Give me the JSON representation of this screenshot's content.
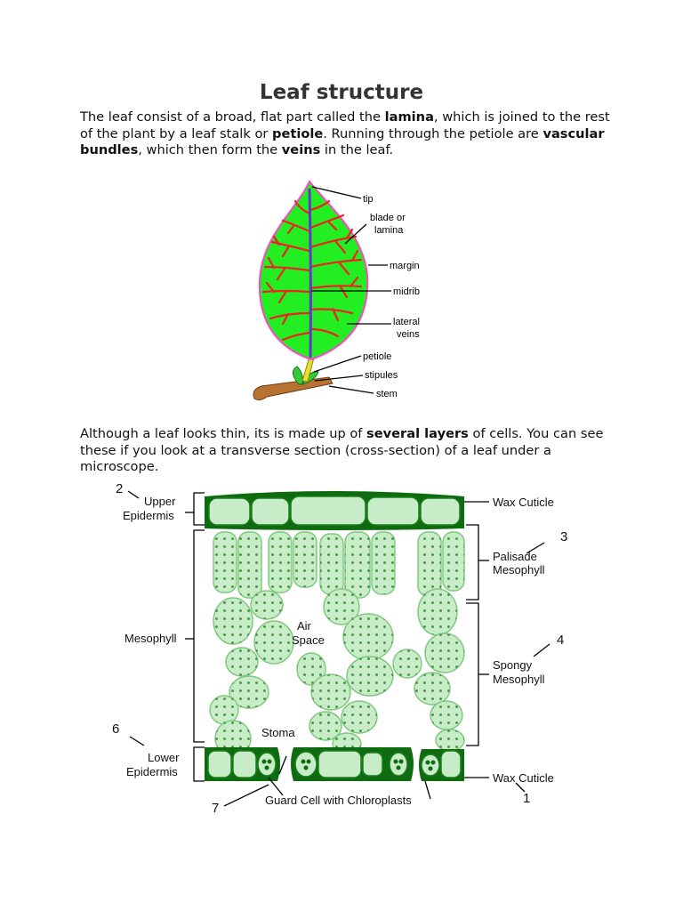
{
  "title": "Leaf structure",
  "para1": [
    {
      "t": "The leaf consist of a broad, flat part called the ",
      "b": false
    },
    {
      "t": "lamina",
      "b": true
    },
    {
      "t": ", which is joined to the rest of the plant by a leaf stalk or ",
      "b": false
    },
    {
      "t": "petiole",
      "b": true
    },
    {
      "t": ". Running through the petiole are ",
      "b": false
    },
    {
      "t": "vascular bundles",
      "b": true
    },
    {
      "t": ", which then form the ",
      "b": false
    },
    {
      "t": "veins",
      "b": true
    },
    {
      "t": " in the leaf.",
      "b": false
    }
  ],
  "para2": [
    {
      "t": "Although a leaf looks thin, its is made up of ",
      "b": false
    },
    {
      "t": "several layers",
      "b": true
    },
    {
      "t": " of cells. You can see these if you look at a transverse section (cross-section) of a leaf under a microscope.",
      "b": false
    }
  ],
  "leaf_labels": {
    "tip": "tip",
    "blade_1": "blade or",
    "blade_2": "lamina",
    "margin": "margin",
    "midrib": "midrib",
    "lateral_1": "lateral",
    "lateral_2": "veins",
    "petiole": "petiole",
    "stipules": "stipules",
    "stem": "stem"
  },
  "cs_labels": {
    "n2": "2",
    "upper_1": "Upper",
    "upper_2": "Epidermis",
    "wax_top": "Wax Cuticle",
    "n3": "3",
    "palisade_1": "Palisade",
    "palisade_2": "Mesophyll",
    "mesophyll": "Mesophyll",
    "air_1": "Air",
    "air_2": "Space",
    "n4": "4",
    "spongy_1": "Spongy",
    "spongy_2": "Mesophyll",
    "n6": "6",
    "lower_1": "Lower",
    "lower_2": "Epidermis",
    "stoma": "Stoma",
    "wax_bottom": "Wax Cuticle",
    "n1": "1",
    "n7": "7",
    "guard": "Guard Cell with Chloroplasts"
  },
  "colors": {
    "leaf_fill": "#22ee22",
    "leaf_margin": "#ff44cc",
    "midrib": "#6633cc",
    "veins": "#ee2222",
    "stem": "#b87333",
    "cell_fill": "#c8ecc8",
    "cell_edge": "#7cc87c",
    "epidermis_edge": "#1b7f1b",
    "cuticle": "#0f6b0f",
    "chloroplast": "#4a9a4a"
  }
}
